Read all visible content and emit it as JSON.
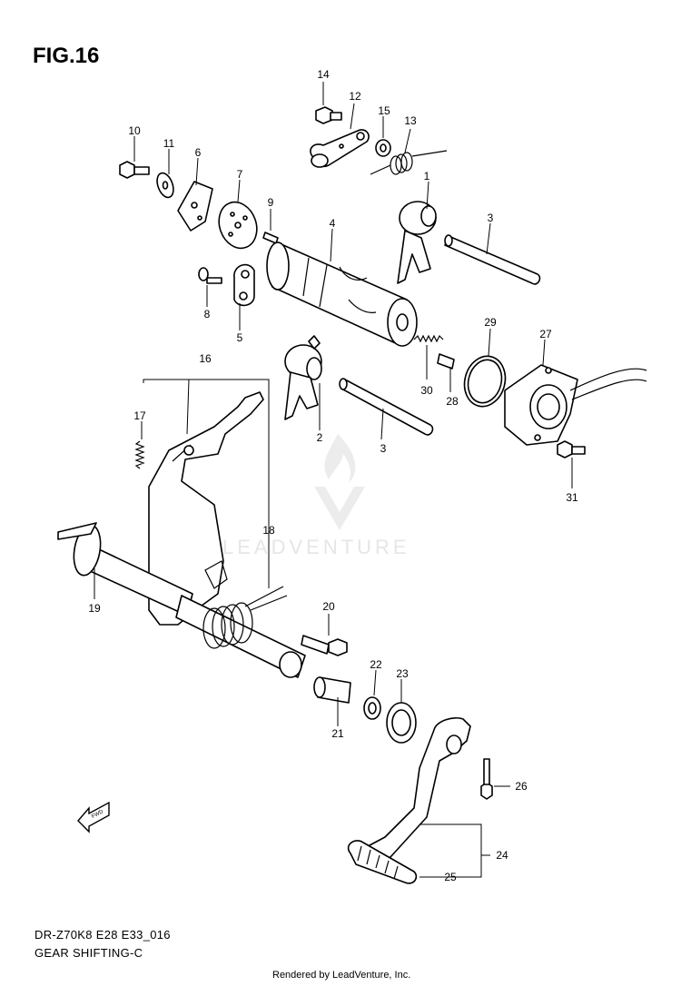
{
  "figure": {
    "title": "FIG.16",
    "model_code": "DR-Z70K8 E28 E33_016",
    "caption": "GEAR SHIFTING-C",
    "rendered_by": "Rendered by LeadVenture, Inc.",
    "watermark": "LEADVENTURE",
    "direction_badge": "FWD"
  },
  "callouts": {
    "c1": "1",
    "c2": "2",
    "c3a": "3",
    "c3b": "3",
    "c4": "4",
    "c5": "5",
    "c6": "6",
    "c7": "7",
    "c8": "8",
    "c9": "9",
    "c10": "10",
    "c11": "11",
    "c12": "12",
    "c13": "13",
    "c14": "14",
    "c15": "15",
    "c16": "16",
    "c17": "17",
    "c18": "18",
    "c19": "19",
    "c20": "20",
    "c21": "21",
    "c22": "22",
    "c23": "23",
    "c24": "24",
    "c25": "25",
    "c26": "26",
    "c27": "27",
    "c28": "28",
    "c29": "29",
    "c30": "30",
    "c31": "31"
  }
}
